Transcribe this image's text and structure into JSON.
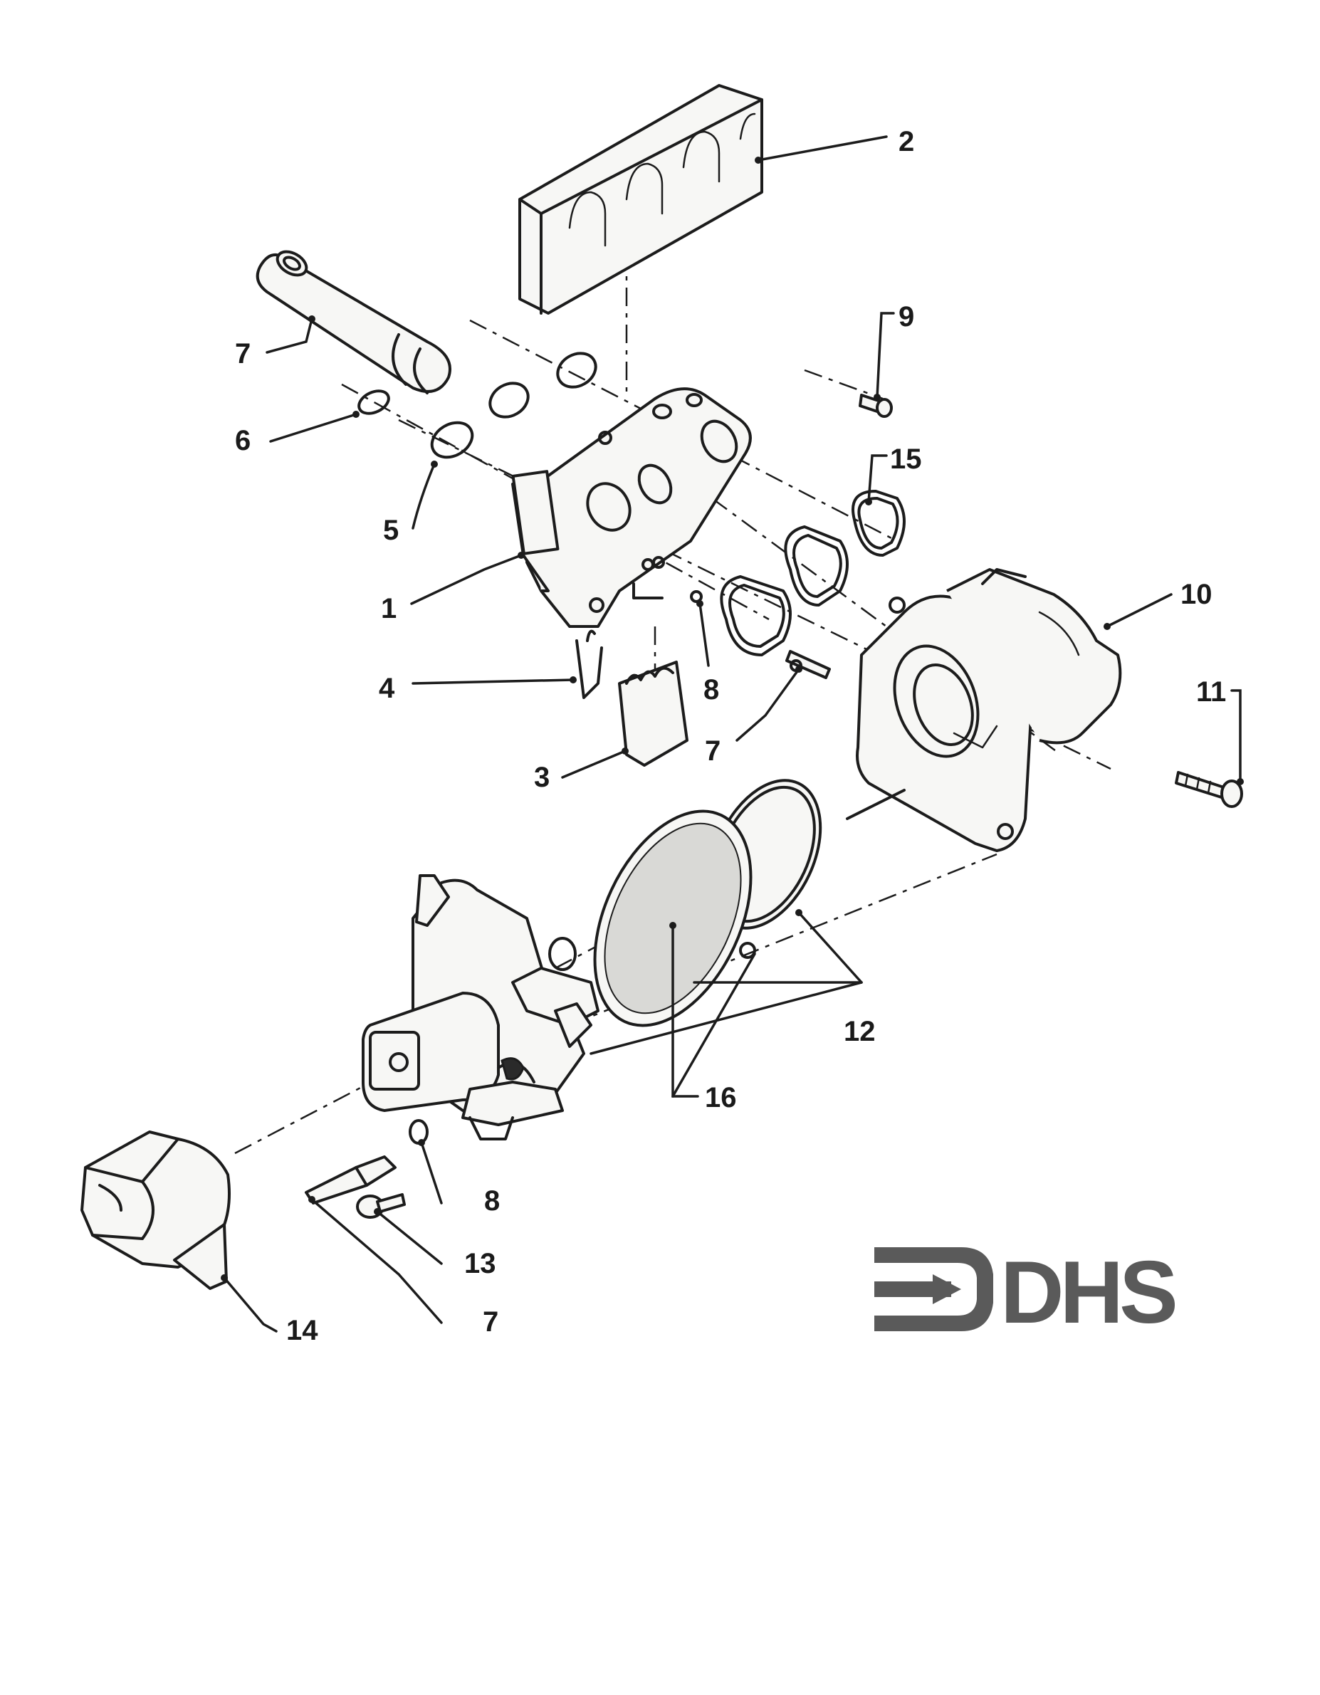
{
  "callouts": {
    "c1": "1",
    "c2": "2",
    "c3": "3",
    "c4": "4",
    "c5": "5",
    "c6": "6",
    "c7_top": "7",
    "c7_mid": "7",
    "c7_bottom": "7",
    "c8_mid": "8",
    "c8_bottom": "8",
    "c9": "9",
    "c10": "10",
    "c11": "11",
    "c12": "12",
    "c13": "13",
    "c14": "14",
    "c15": "15",
    "c16": "16"
  },
  "logo": {
    "text": "DHS",
    "color": "#5a5a5a"
  },
  "colors": {
    "ink": "#1c1c1c",
    "background": "#ffffff"
  }
}
